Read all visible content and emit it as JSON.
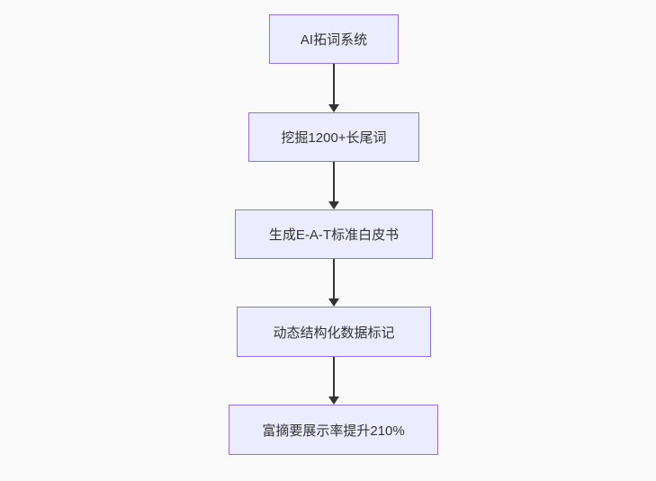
{
  "flowchart": {
    "type": "flowchart",
    "direction": "top-down",
    "nodes": [
      {
        "id": "A",
        "label": "AI拓词系统"
      },
      {
        "id": "B",
        "label": "挖掘1200+长尾词"
      },
      {
        "id": "C",
        "label": "生成E-A-T标准白皮书"
      },
      {
        "id": "D",
        "label": "动态结构化数据标记"
      },
      {
        "id": "E",
        "label": "富摘要展示率提升210%"
      }
    ],
    "edges": [
      {
        "from": "A",
        "to": "B"
      },
      {
        "from": "B",
        "to": "C"
      },
      {
        "from": "C",
        "to": "D"
      },
      {
        "from": "D",
        "to": "E"
      }
    ],
    "colors": {
      "node_fill": "#ECECFF",
      "node_border": "#9370DB",
      "node_text": "#333333",
      "arrow": "#333333",
      "background": "#fafafa"
    }
  }
}
